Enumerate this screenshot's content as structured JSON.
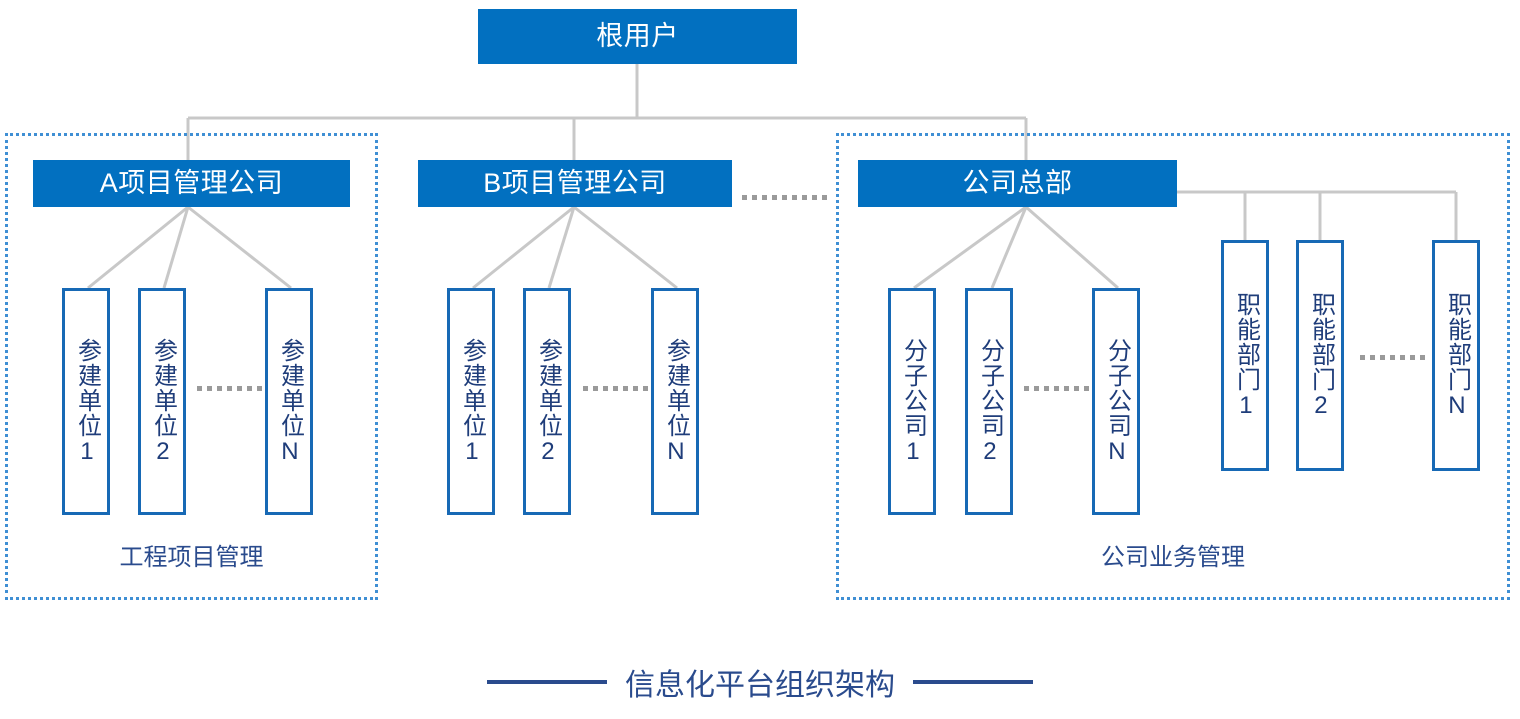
{
  "diagram": {
    "root": {
      "label": "根用户"
    },
    "groups": [
      {
        "key": "engineering",
        "title": "A项目管理公司",
        "footer": "工程项目管理",
        "leaves": [
          "参建单位1",
          "参建单位2",
          "参建单位N"
        ],
        "ellipsis_dots": 7
      },
      {
        "key": "engineering-b",
        "title": "B项目管理公司",
        "footer": "",
        "leaves": [
          "参建单位1",
          "参建单位2",
          "参建单位N"
        ],
        "ellipsis_dots": 7
      },
      {
        "key": "business",
        "title": "公司总部",
        "footer": "公司业务管理",
        "leaves": [
          "分子公司1",
          "分子公司2",
          "分子公司N"
        ],
        "ellipsis_dots": 7,
        "departments": [
          "职能部门1",
          "职能部门2",
          "职能部门N"
        ],
        "dept_ellipsis_dots": 7
      }
    ],
    "between_groups_ellipsis_dots": 9,
    "caption": "信息化平台组织架构"
  },
  "colors": {
    "node_fill": "#0270c0",
    "node_text": "#ffffff",
    "region_border": "#3f8fd4",
    "leaf_border": "#1769b5",
    "leaf_text": "#1f3d7a",
    "label_text": "#2a4b8d",
    "connector": "#c8c8c8",
    "caption_text": "#2a4b8d"
  }
}
